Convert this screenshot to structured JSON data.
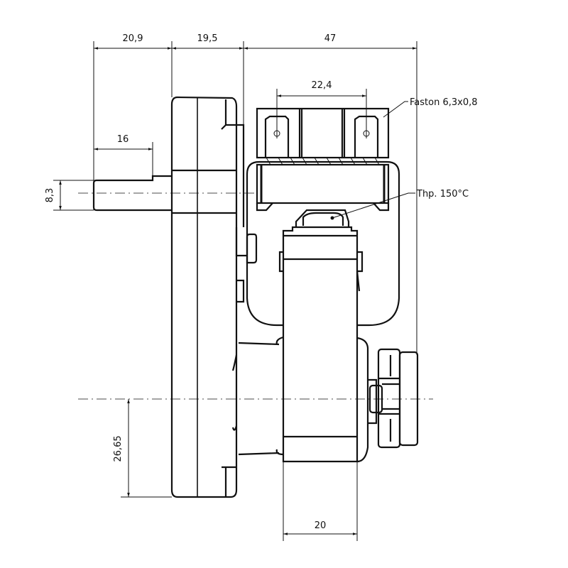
{
  "drawing": {
    "dimensions": {
      "gearbox_offset": "20,9",
      "gearbox_depth": "19,5",
      "motor_depth": "47",
      "terminal_pitch": "22,4",
      "shaft_length": "16",
      "shaft_diameter": "8,3",
      "axis_distance": "26,65",
      "coil_width": "20"
    },
    "callouts": {
      "faston": "Faston 6,3x0,8",
      "thermal_protector": "Thp. 150°C"
    },
    "line_color": "#111111"
  }
}
